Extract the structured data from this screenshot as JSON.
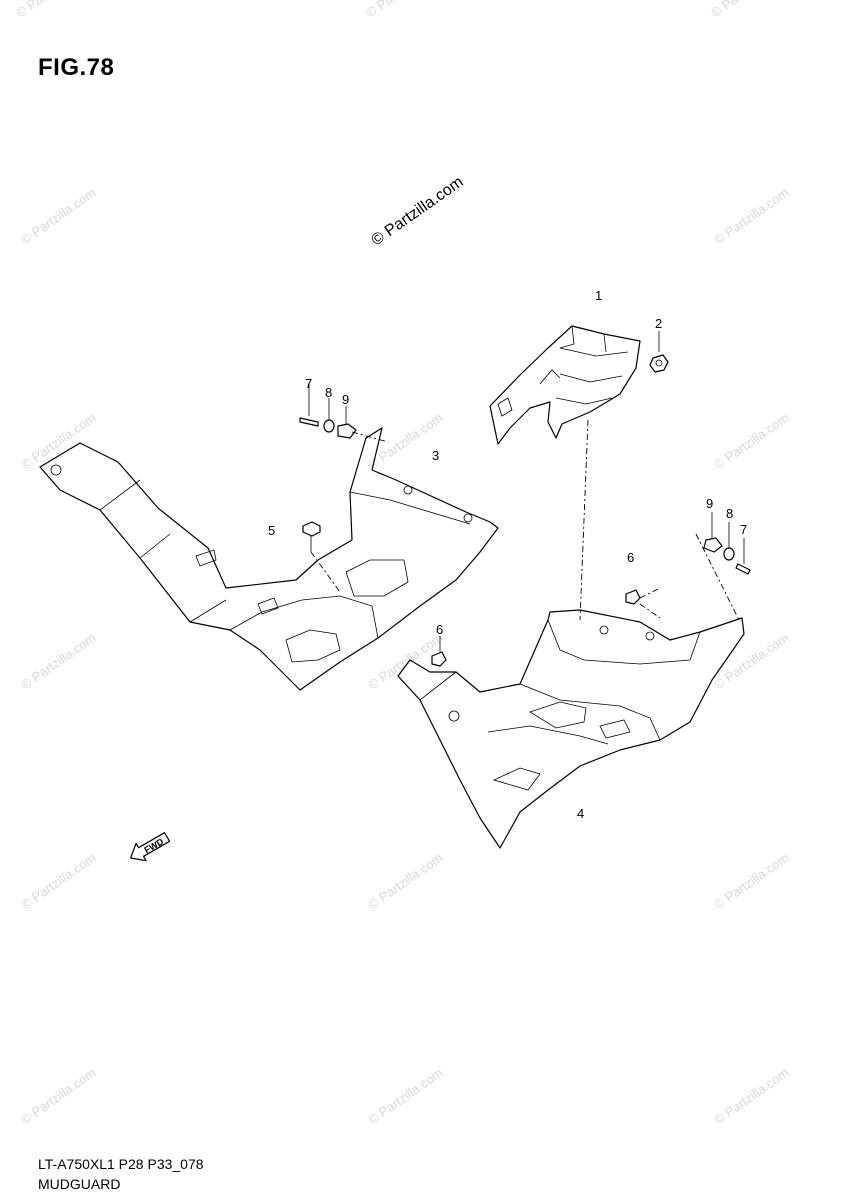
{
  "figure": {
    "title": "FIG.78",
    "model_code": "LT-A750XL1 P28 P33_078",
    "section_name": "MUDGUARD"
  },
  "watermark": {
    "text": "© Partzilla.com",
    "color": "#d8d8d8"
  },
  "callouts": {
    "c1": "1",
    "c2": "2",
    "c3": "3",
    "c4": "4",
    "c5": "5",
    "c6a": "6",
    "c6b": "6",
    "c7a": "7",
    "c7b": "7",
    "c8a": "8",
    "c8b": "8",
    "c9a": "9",
    "c9b": "9"
  },
  "direction_arrow": {
    "label": "FWD",
    "icon": "forward-arrow-icon"
  }
}
